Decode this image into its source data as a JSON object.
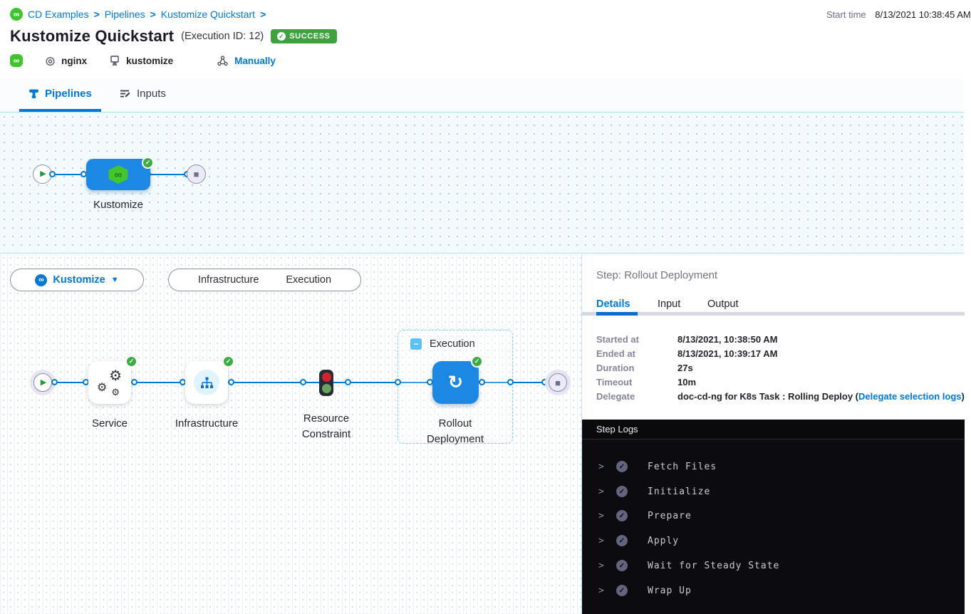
{
  "icons": {
    "infinity": "∞",
    "check": "✓",
    "play": "▶",
    "stop_square": "■",
    "caret_down": "▼",
    "minus": "−",
    "refresh": "↻",
    "gear": "⚙",
    "chevron_right": ">",
    "target": "◎",
    "separator": "›"
  },
  "colors": {
    "accent_blue": "#0278d5",
    "node_blue": "#1d87e4",
    "success_green": "#3dab43",
    "harness_green": "#3fc42d",
    "canvas_border": "#aee4f4",
    "log_bg": "#0b0b10"
  },
  "breadcrumb": {
    "items": [
      "CD Examples",
      "Pipelines",
      "Kustomize Quickstart"
    ],
    "separator": ">"
  },
  "header": {
    "title": "Kustomize Quickstart",
    "execution_id": "(Execution ID: 12)",
    "status": "SUCCESS",
    "service_tag": "nginx",
    "environment_tag": "kustomize",
    "trigger_label": "Manually",
    "start_time_label": "Start time",
    "start_time_value": "8/13/2021 10:38:45 AM"
  },
  "tabs": {
    "pipelines": "Pipelines",
    "inputs": "Inputs"
  },
  "stage_graph": {
    "stage_label": "Kustomize"
  },
  "stage_toolbar": {
    "stage_select_label": "Kustomize",
    "toggle_infrastructure": "Infrastructure",
    "toggle_execution": "Execution"
  },
  "step_graph": {
    "group_label": "Execution",
    "steps": [
      "Service",
      "Infrastructure",
      "Resource Constraint",
      "Rollout Deployment"
    ]
  },
  "panel": {
    "title": "Step: Rollout Deployment",
    "tabs": [
      "Details",
      "Input",
      "Output"
    ],
    "details": {
      "rows": [
        {
          "label": "Started at",
          "value": "8/13/2021, 10:38:50 AM"
        },
        {
          "label": "Ended at",
          "value": "8/13/2021, 10:39:17 AM"
        },
        {
          "label": "Duration",
          "value": "27s"
        },
        {
          "label": "Timeout",
          "value": "10m"
        }
      ],
      "delegate": {
        "label": "Delegate",
        "prefix": "doc-cd-ng for K8s Task : Rolling Deploy (",
        "link": "Delegate selection logs",
        "suffix": ")"
      }
    },
    "logs": {
      "header": "Step Logs",
      "sections": [
        "Fetch Files",
        "Initialize",
        "Prepare",
        "Apply",
        "Wait for Steady State",
        "Wrap Up"
      ]
    }
  }
}
